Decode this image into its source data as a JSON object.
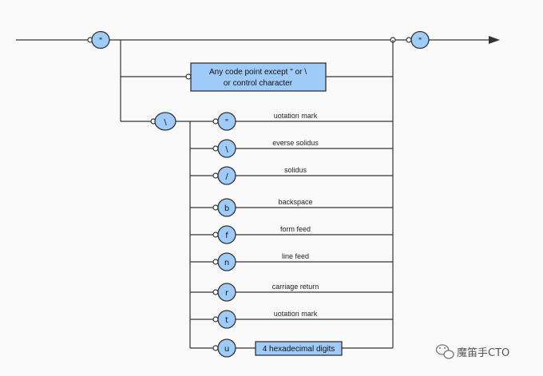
{
  "diagram": {
    "open_quote": "\"",
    "close_quote": "\"",
    "backslash": "\\",
    "any_code_point": {
      "line1": "Any code point except \" or \\",
      "line2": "or control character"
    },
    "escapes": [
      {
        "char": "\"",
        "label": "uotation mark"
      },
      {
        "char": "\\",
        "label": "everse solidus"
      },
      {
        "char": "/",
        "label": "solidus"
      },
      {
        "char": "b",
        "label": "backspace"
      },
      {
        "char": "f",
        "label": "form feed"
      },
      {
        "char": "n",
        "label": "line feed"
      },
      {
        "char": "r",
        "label": "carriage return"
      },
      {
        "char": "t",
        "label": "uotation mark"
      },
      {
        "char": "u",
        "label": ""
      }
    ],
    "hex_box": "4 hexadecimal digits"
  },
  "watermark": {
    "text": "魔笛手CTO",
    "icon": "wechat-icon"
  }
}
